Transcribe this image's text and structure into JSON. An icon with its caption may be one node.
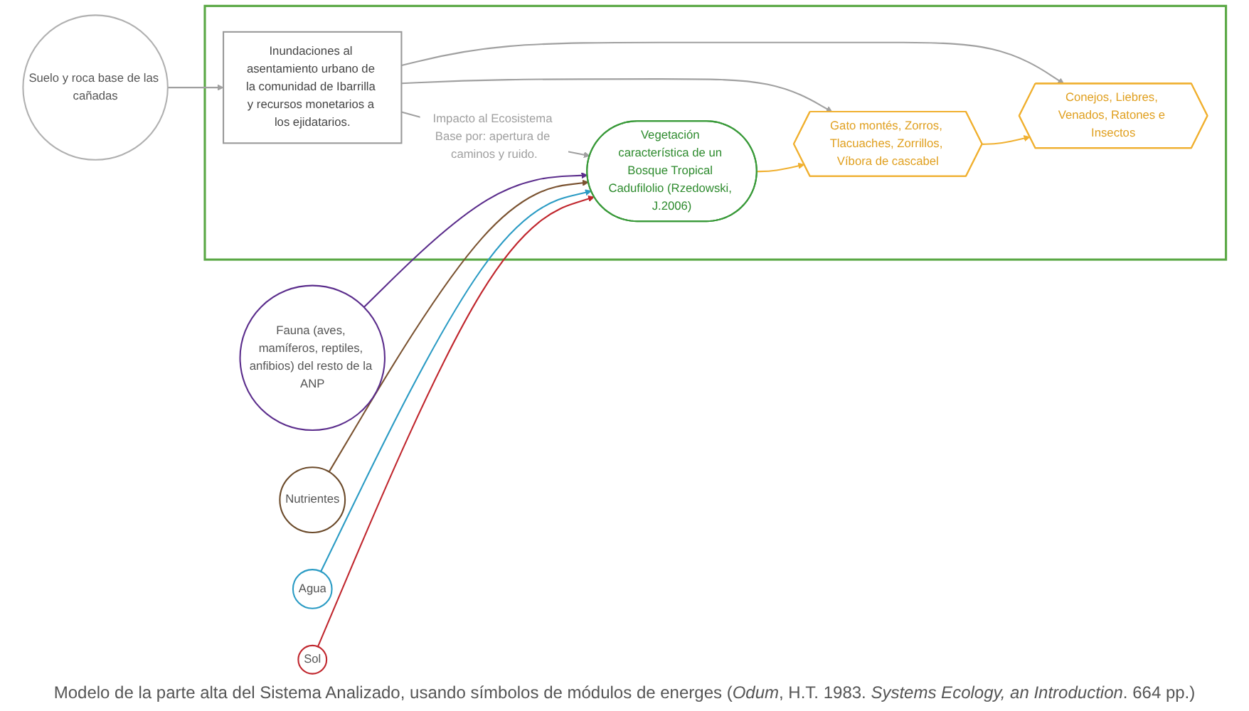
{
  "diagram": {
    "caption": "Modelo de la parte alta del Sistema Analizado, usando símbolos de módulos de energes (*Odum*, H.T. 1983. *Systems Ecology, an Introduction*. 664 pp.)",
    "nodes": [
      {
        "text": [
          "Suelo y roca base de las cañadas"
        ]
      },
      {
        "text": [
          "Fauna (aves, mamíferos, reptiles, anfibios) del resto de la ANP"
        ]
      },
      {
        "text": [
          "Nutrientes"
        ]
      },
      {
        "text": [
          "Agua"
        ]
      },
      {
        "text": [
          "Sol"
        ]
      },
      {
        "text": [],
        "shape": "box"
      },
      {
        "text": [
          "Inundaciones al asentamiento urbano de la comunidad de Ibarrilla y recursos monetarios a los ejidatarios."
        ],
        "in": 5
      },
      {
        "text": [
          "Vegetación característica de un Bosque Tropical Cadufilolio (Rzedowski, J.2006)"
        ],
        "in": 5
      },
      {
        "text": [
          "Gato montés, Zorros, Tlacuaches, Zorrillos, Víbora de cascabel"
        ],
        "in": 5
      },
      {
        "text": [
          "Conejos, Liebres, Venados, Ratones e Insectos"
        ],
        "in": 5
      }
    ],
    "edges": [
      {
        "from": 0,
        "to": 6,
        "arrow": "to"
      },
      {
        "from": 6,
        "to": 7,
        "arrow": "to",
        "label": "Impacto al Ecosistema Base por: apertura de caminos y ruido."
      },
      {
        "from": 6,
        "to": 8,
        "arrow": "to"
      },
      {
        "from": 6,
        "to": 9,
        "arrow": "to"
      },
      {
        "from": 1,
        "to": 7,
        "arrow": "to",
        "color": "#5b2d8c"
      },
      {
        "from": 2,
        "to": 7,
        "arrow": "to",
        "color": "#7a5230"
      },
      {
        "from": 3,
        "to": 7,
        "arrow": "to",
        "color": "#2a9bc4"
      },
      {
        "from": 4,
        "to": 7,
        "arrow": "to",
        "color": "#c0262d"
      },
      {
        "from": 7,
        "to": 8,
        "arrow": "to",
        "color": "#f0b030"
      },
      {
        "from": 8,
        "to": 9,
        "arrow": "to",
        "color": "#f0b030"
      }
    ]
  }
}
